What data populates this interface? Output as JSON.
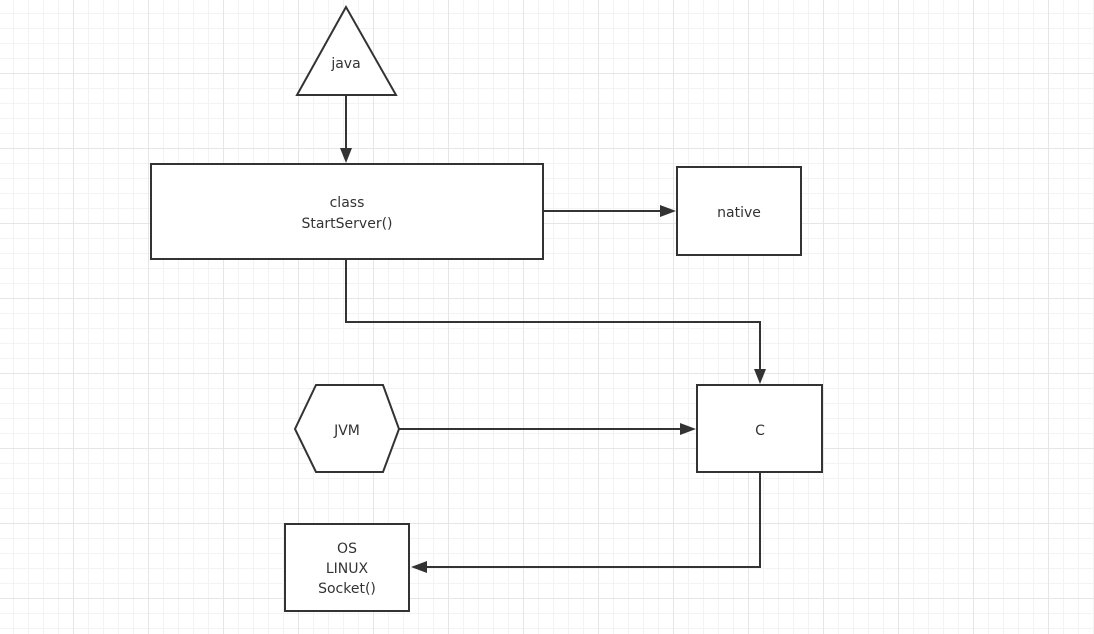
{
  "diagram": {
    "nodes": {
      "java": {
        "shape": "triangle",
        "lines": [
          "java"
        ]
      },
      "class_box": {
        "shape": "rectangle",
        "lines": [
          "class",
          "StartServer()"
        ]
      },
      "native": {
        "shape": "rectangle",
        "lines": [
          "native"
        ]
      },
      "jvm": {
        "shape": "hexagon",
        "lines": [
          "JVM"
        ]
      },
      "c_box": {
        "shape": "rectangle",
        "lines": [
          "C"
        ]
      },
      "os_box": {
        "shape": "rectangle",
        "lines": [
          "OS",
          "LINUX",
          "Socket()"
        ]
      }
    },
    "edges": [
      {
        "from": "java",
        "to": "class_box"
      },
      {
        "from": "class_box",
        "to": "native"
      },
      {
        "from": "class_box",
        "to": "c_box"
      },
      {
        "from": "jvm",
        "to": "c_box"
      },
      {
        "from": "c_box",
        "to": "os_box"
      }
    ],
    "colors": {
      "stroke": "#333333",
      "fill": "#ffffff",
      "text": "#333333",
      "grid_major": "#e6e6e6",
      "grid_minor": "#f3f3f3"
    }
  }
}
